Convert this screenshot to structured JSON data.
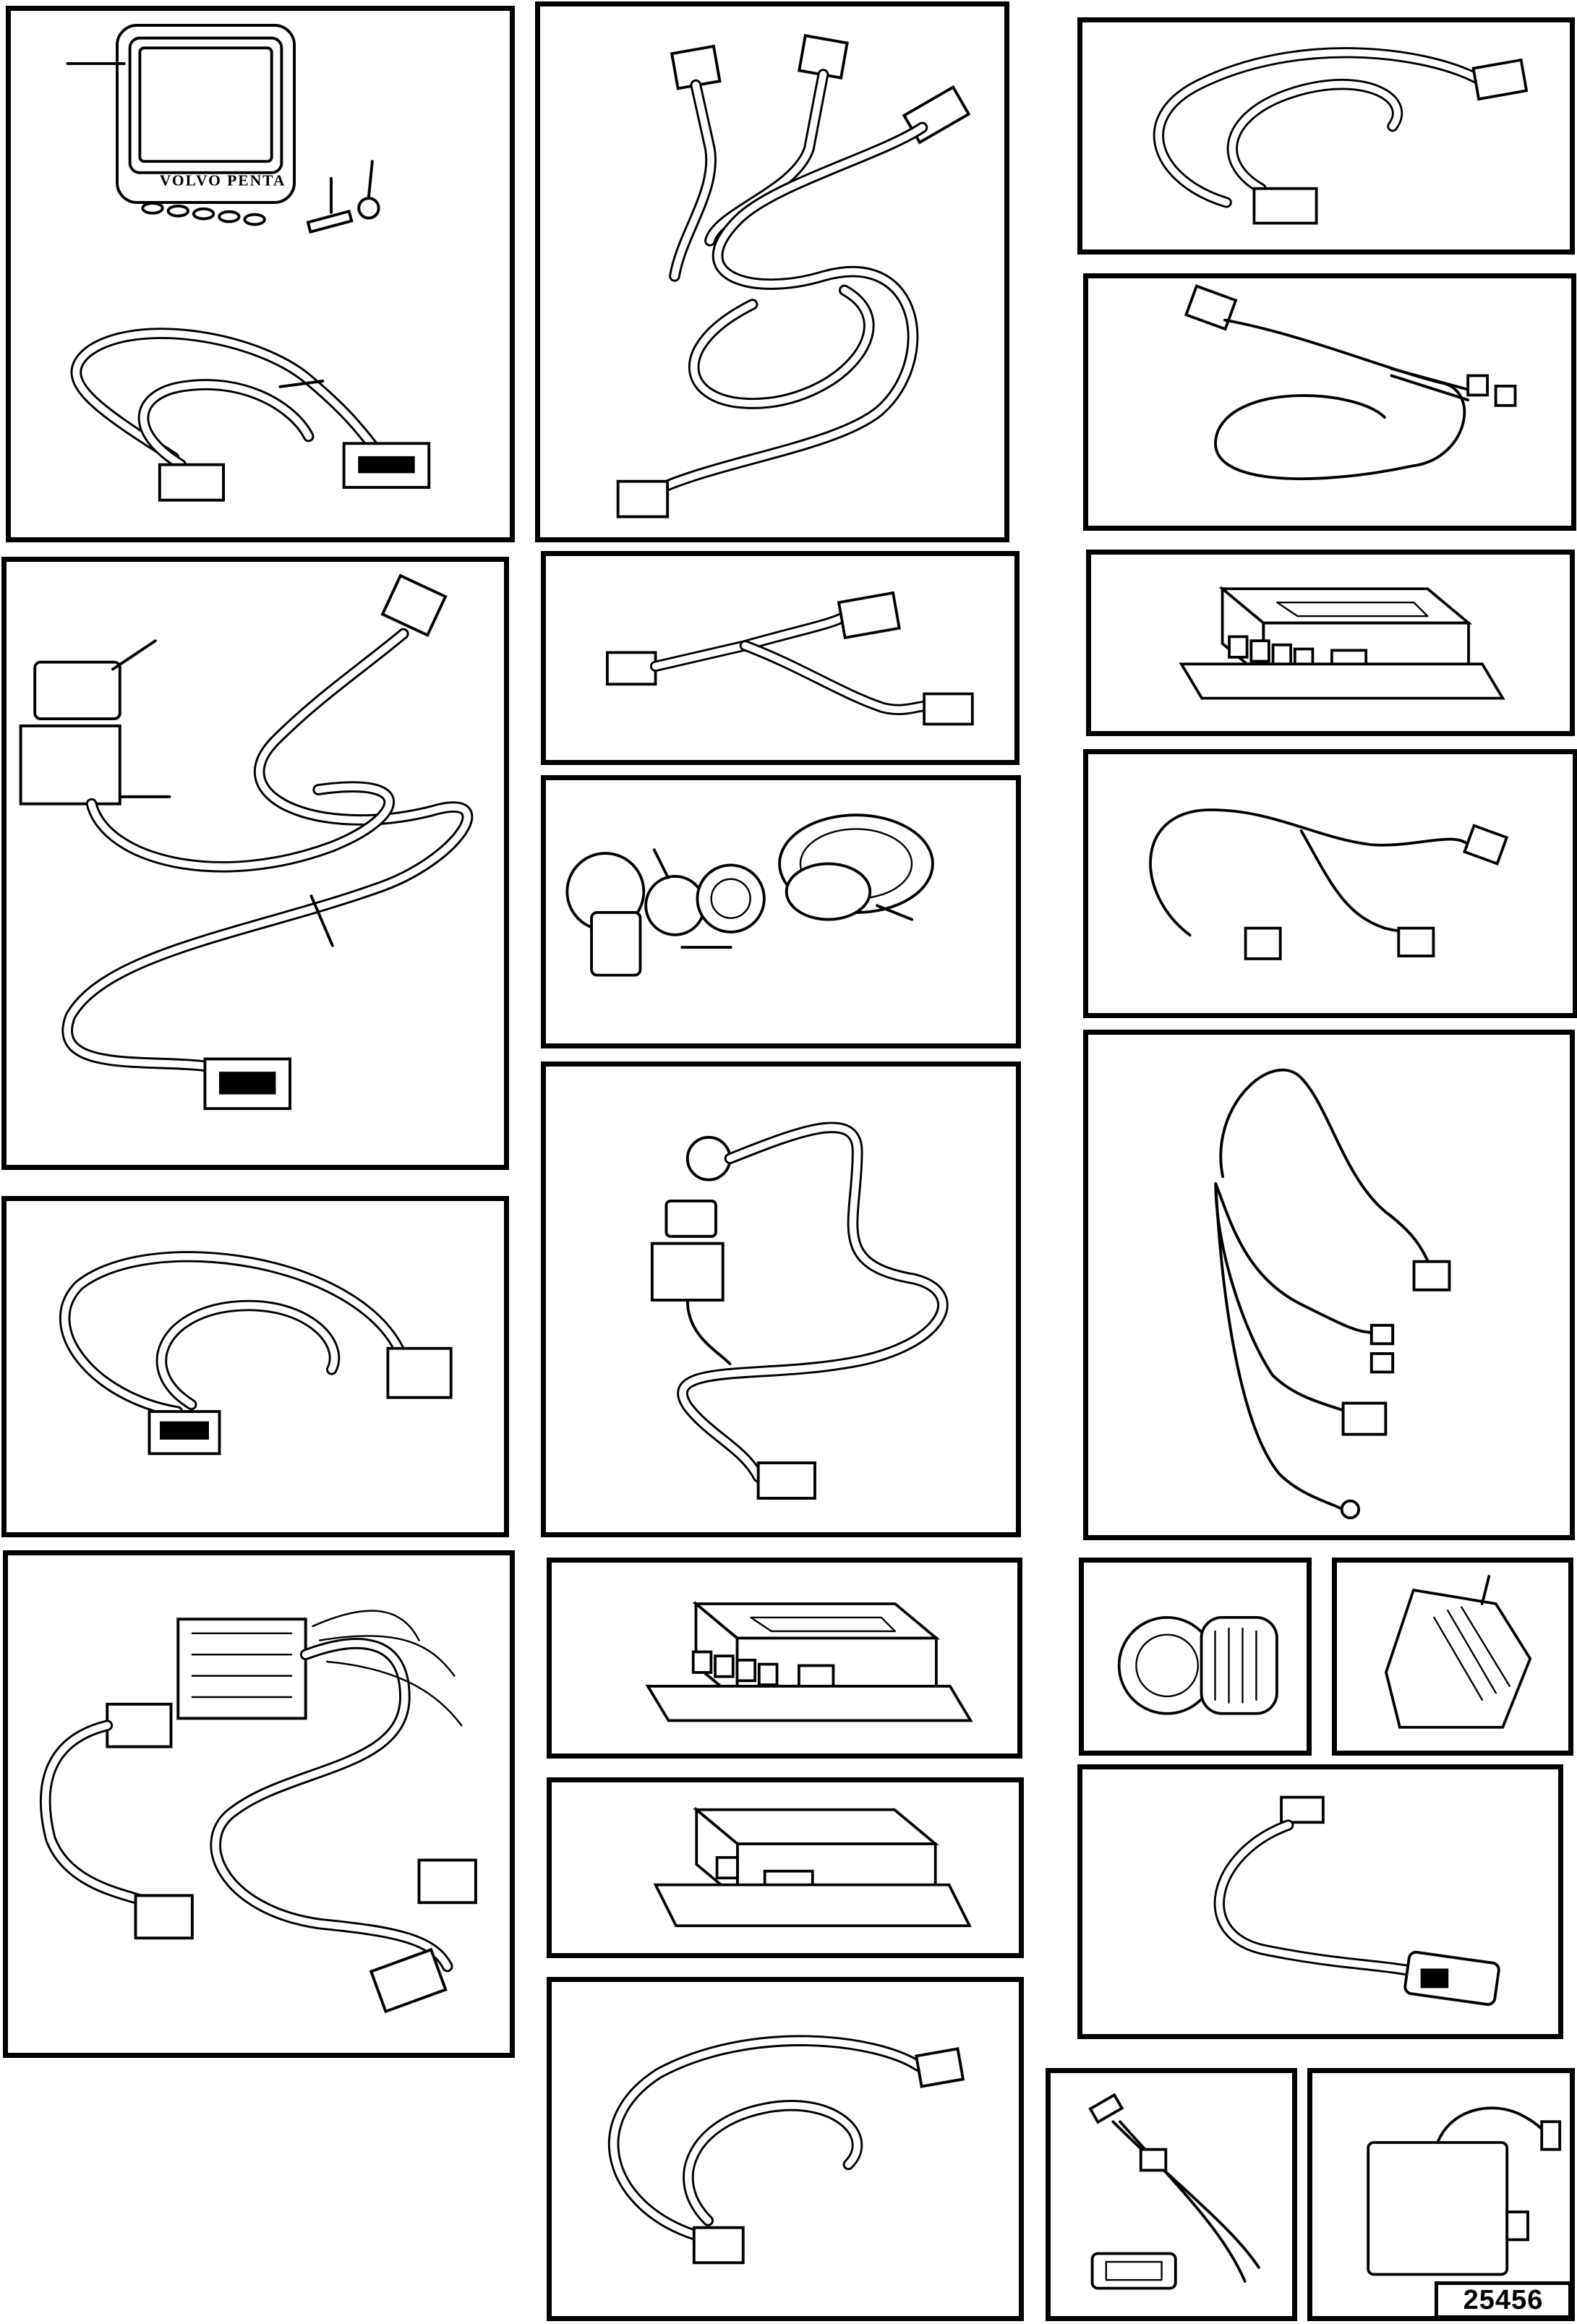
{
  "display": {
    "brand_text": "VOLVO PENTA"
  },
  "figure": {
    "number": "25456"
  },
  "panels": [
    {
      "id": "display-unit-kit"
    },
    {
      "id": "y-harness-three-connectors"
    },
    {
      "id": "cable-harness-small"
    },
    {
      "id": "y-harness-split-wires"
    },
    {
      "id": "relay-harness-long"
    },
    {
      "id": "y-adapter-short"
    },
    {
      "id": "control-module-top"
    },
    {
      "id": "key-switch-assembly"
    },
    {
      "id": "y-harness-two-plugs"
    },
    {
      "id": "extension-cable-loop"
    },
    {
      "id": "relay-harness-round-plug"
    },
    {
      "id": "multi-branch-harness"
    },
    {
      "id": "main-engine-harness"
    },
    {
      "id": "control-module-mid"
    },
    {
      "id": "socket-plug"
    },
    {
      "id": "bracket-cover"
    },
    {
      "id": "control-module-bottom"
    },
    {
      "id": "adapter-cable-flat-plug"
    },
    {
      "id": "cable-loop-bottom"
    },
    {
      "id": "sensor-cable-small-box"
    },
    {
      "id": "junction-box-cable"
    }
  ]
}
